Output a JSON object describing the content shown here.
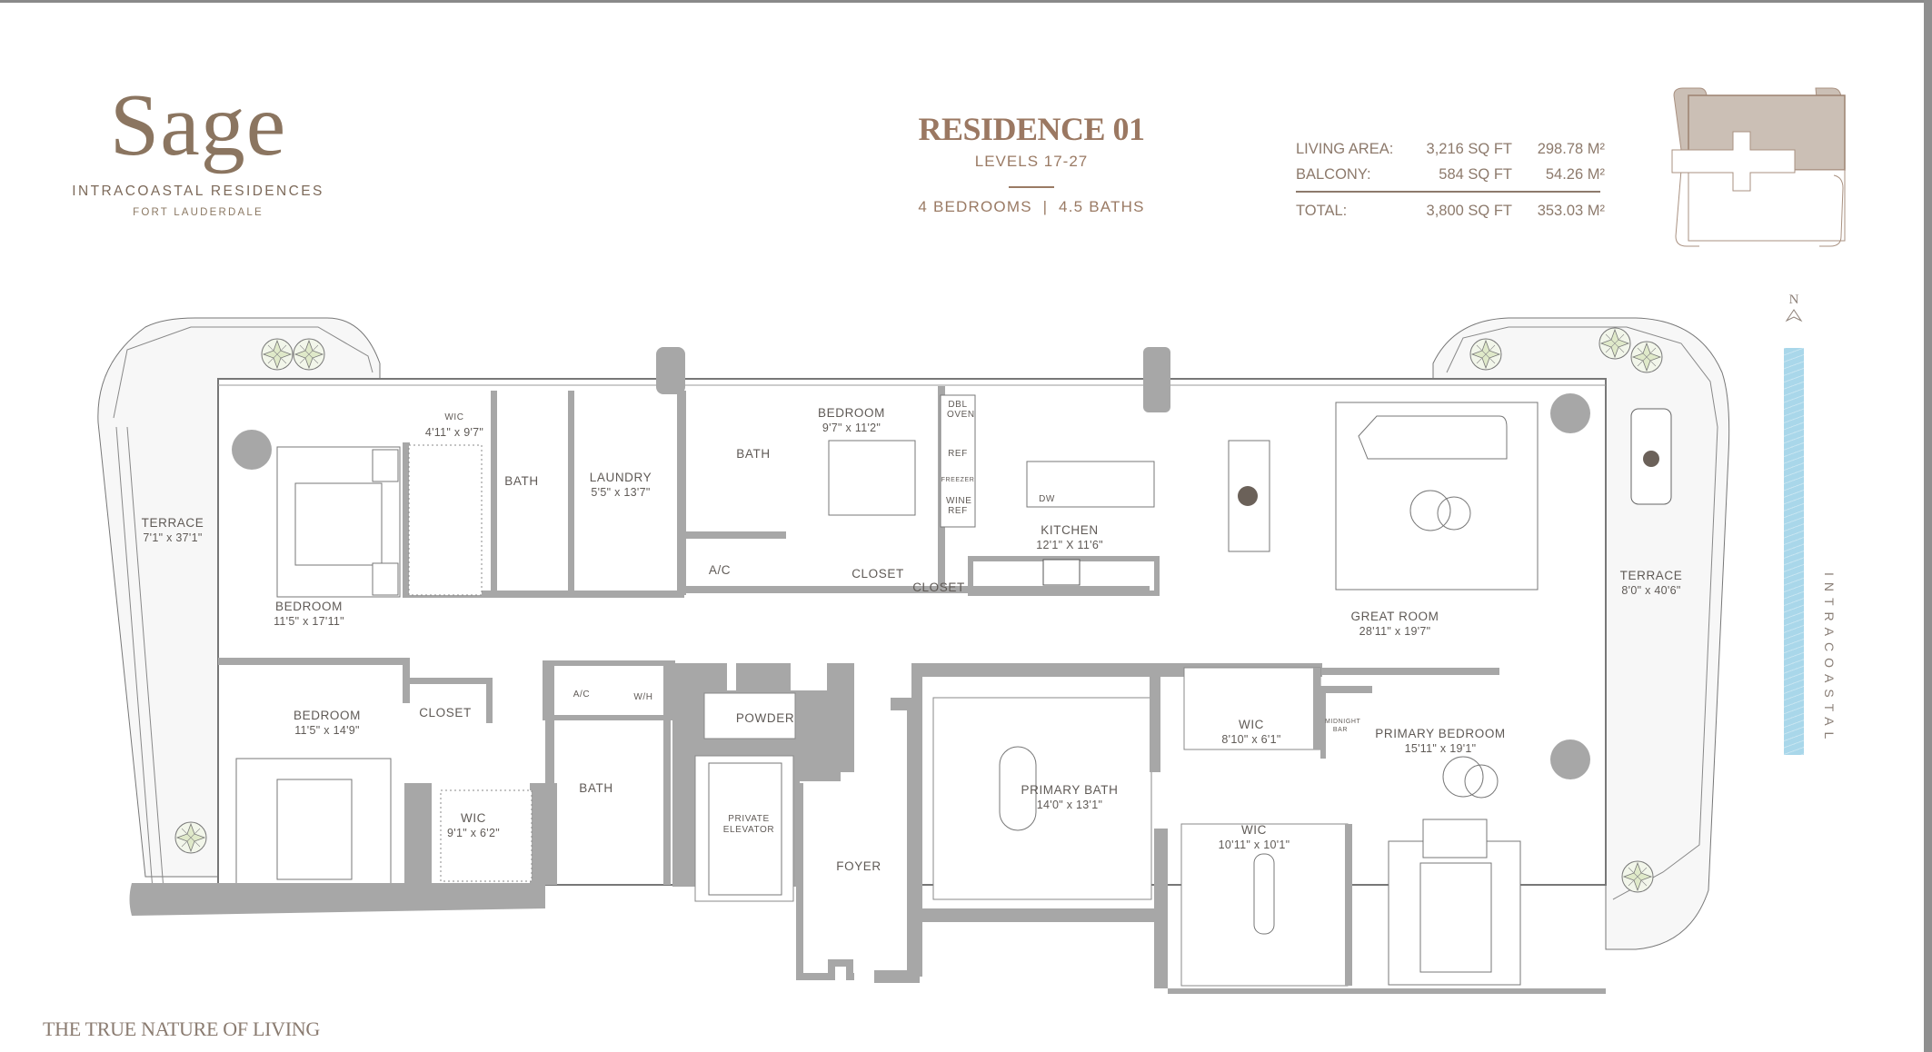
{
  "brand": {
    "logo_word": "Sage",
    "subtitle": "INTRACOASTAL RESIDENCES",
    "city": "FORT LAUDERDALE",
    "tagline": "THE TRUE NATURE OF LIVING"
  },
  "residence": {
    "title": "RESIDENCE 01",
    "levels": "LEVELS 17-27",
    "rooms_summary": "4 BEDROOMS  |  4.5 BATHS"
  },
  "area_table": {
    "rows": [
      {
        "label": "LIVING AREA:",
        "sqft": "3,216 SQ FT",
        "m2": "298.78 M²"
      },
      {
        "label": "BALCONY:",
        "sqft": "584 SQ FT",
        "m2": "54.26 M²"
      }
    ],
    "total": {
      "label": "TOTAL:",
      "sqft": "3,800 SQ FT",
      "m2": "353.03 M²"
    }
  },
  "compass": {
    "north_label": "N"
  },
  "waterway": {
    "label": "INTRACOASTAL",
    "color": "#a9d7ea"
  },
  "colors": {
    "brand": "#9b7862",
    "wall": "#a7a7a7",
    "keyplan_fill": "#cbbfb5"
  },
  "rooms": {
    "terrace_west": {
      "name": "TERRACE",
      "dim": "7'1\" x 37'1\""
    },
    "bedroom_nw": {
      "name": "BEDROOM",
      "dim": "11'5\" x 17'11\""
    },
    "wic_nw": {
      "name": "WIC",
      "dim": "4'11\" x 9'7\""
    },
    "bath_nw": {
      "name": "BATH"
    },
    "laundry": {
      "name": "LAUNDRY",
      "dim": "5'5\" x 13'7\""
    },
    "bath_n": {
      "name": "BATH"
    },
    "ac_n": {
      "name": "A/C"
    },
    "bedroom_n": {
      "name": "BEDROOM",
      "dim": "9'7\" x 11'2\""
    },
    "closet_n1": {
      "name": "CLOSET"
    },
    "closet_n2": {
      "name": "CLOSET"
    },
    "dbl_oven": {
      "name": "DBL OVEN"
    },
    "ref": {
      "name": "REF"
    },
    "freezer": {
      "name": "FREEZER"
    },
    "wine_ref": {
      "name": "WINE REF"
    },
    "dw": {
      "name": "DW"
    },
    "kitchen": {
      "name": "KITCHEN",
      "dim": "12'1\" X 11'6\""
    },
    "great_room": {
      "name": "GREAT ROOM",
      "dim": "28'11\" x 19'7\""
    },
    "terrace_east": {
      "name": "TERRACE",
      "dim": "8'0\" x 40'6\""
    },
    "bedroom_sw": {
      "name": "BEDROOM",
      "dim": "11'5\" x 14'9\""
    },
    "closet_sw": {
      "name": "CLOSET"
    },
    "wic_sw": {
      "name": "WIC",
      "dim": "9'1\" x 6'2\""
    },
    "ac_s": {
      "name": "A/C"
    },
    "wh": {
      "name": "W/H"
    },
    "bath_sw": {
      "name": "BATH"
    },
    "powder": {
      "name": "POWDER"
    },
    "elevator": {
      "name": "PRIVATE ELEVATOR"
    },
    "foyer": {
      "name": "FOYER"
    },
    "primary_bath": {
      "name": "PRIMARY BATH",
      "dim": "14'0\" x 13'1\""
    },
    "wic_primary_1": {
      "name": "WIC",
      "dim": "8'10\" x 6'1\""
    },
    "midnight_bar": {
      "name": "MIDNIGHT BAR"
    },
    "primary_bedroom": {
      "name": "PRIMARY BEDROOM",
      "dim": "15'11\" x 19'1\""
    },
    "wic_primary_2": {
      "name": "WIC",
      "dim": "10'11\" x 10'1\""
    }
  }
}
